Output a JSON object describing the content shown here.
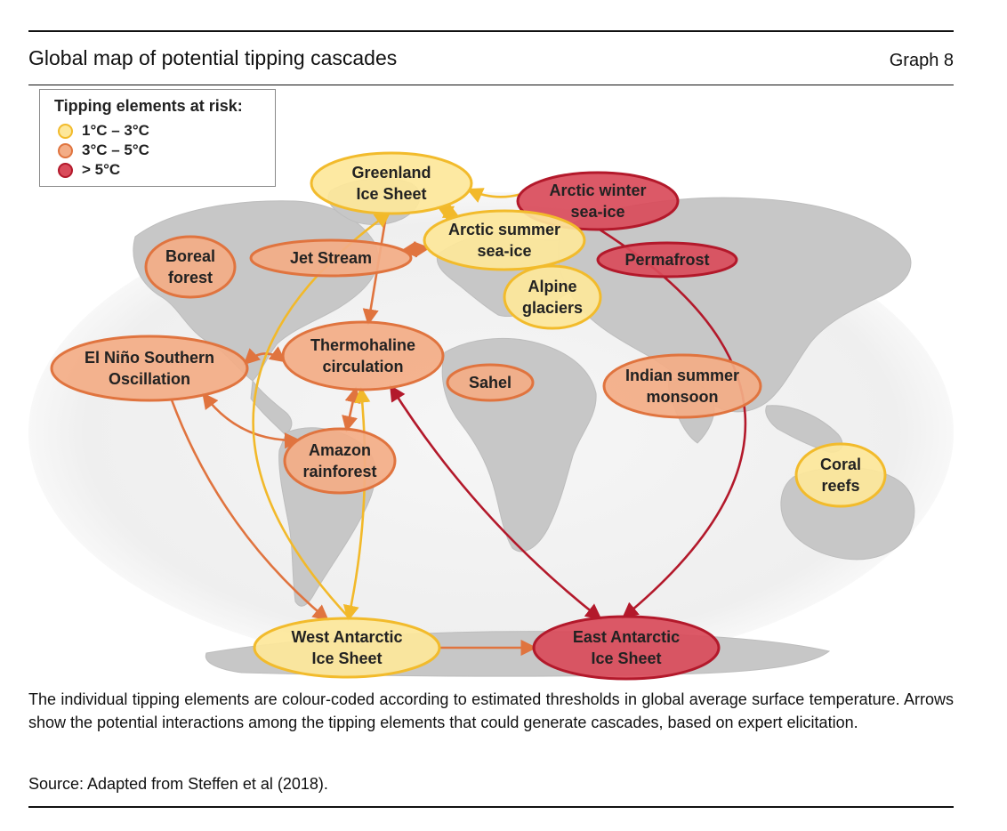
{
  "header": {
    "title": "Global map of potential tipping cascades",
    "graph_number": "Graph 8"
  },
  "legend": {
    "heading": "Tipping elements at risk:",
    "items": [
      {
        "label": "1°C – 3°C",
        "color": "#f7c948"
      },
      {
        "label": "3°C – 5°C",
        "color": "#e8845a"
      },
      {
        "label": "> 5°C",
        "color": "#c8283a"
      }
    ]
  },
  "colors": {
    "yellow_fill": "#fde79a",
    "yellow_stroke": "#f2bb2c",
    "orange_fill": "#f3ad86",
    "orange_stroke": "#e0743f",
    "red_fill": "#d94b5a",
    "red_stroke": "#b3192b",
    "land": "#c9c9c9",
    "ocean_glow": "#eeeeee"
  },
  "nodes": [
    {
      "id": "greenland",
      "lines": [
        "Greenland",
        "Ice Sheet"
      ],
      "risk": "yellow"
    },
    {
      "id": "arctic-winter",
      "lines": [
        "Arctic winter",
        "sea-ice"
      ],
      "risk": "red"
    },
    {
      "id": "arctic-summer",
      "lines": [
        "Arctic summer",
        "sea-ice"
      ],
      "risk": "yellow"
    },
    {
      "id": "boreal",
      "lines": [
        "Boreal",
        "forest"
      ],
      "risk": "orange"
    },
    {
      "id": "jet-stream",
      "lines": [
        "Jet Stream"
      ],
      "risk": "orange"
    },
    {
      "id": "permafrost",
      "lines": [
        "Permafrost"
      ],
      "risk": "red"
    },
    {
      "id": "alpine",
      "lines": [
        "Alpine",
        "glaciers"
      ],
      "risk": "yellow"
    },
    {
      "id": "thermohaline",
      "lines": [
        "Thermohaline",
        "circulation"
      ],
      "risk": "orange"
    },
    {
      "id": "enso",
      "lines": [
        "El Niño Southern",
        "Oscillation"
      ],
      "risk": "orange"
    },
    {
      "id": "sahel",
      "lines": [
        "Sahel"
      ],
      "risk": "orange"
    },
    {
      "id": "indian-monsoon",
      "lines": [
        "Indian summer",
        "monsoon"
      ],
      "risk": "orange"
    },
    {
      "id": "amazon",
      "lines": [
        "Amazon",
        "rainforest"
      ],
      "risk": "orange"
    },
    {
      "id": "coral",
      "lines": [
        "Coral",
        "reefs"
      ],
      "risk": "yellow"
    },
    {
      "id": "west-antarctic",
      "lines": [
        "West Antarctic",
        "Ice Sheet"
      ],
      "risk": "yellow"
    },
    {
      "id": "east-antarctic",
      "lines": [
        "East Antarctic",
        "Ice Sheet"
      ],
      "risk": "red"
    }
  ],
  "edges": [
    {
      "from": "arctic-winter",
      "to": "greenland",
      "color": "yellow",
      "dir": "to"
    },
    {
      "from": "greenland",
      "to": "arctic-summer",
      "color": "yellow",
      "dir": "both"
    },
    {
      "from": "jet-stream",
      "to": "arctic-summer",
      "color": "orange",
      "dir": "both"
    },
    {
      "from": "greenland",
      "to": "thermohaline",
      "color": "orange",
      "dir": "to"
    },
    {
      "from": "enso",
      "to": "thermohaline",
      "color": "orange",
      "dir": "both"
    },
    {
      "from": "thermohaline",
      "to": "amazon",
      "color": "orange",
      "dir": "both"
    },
    {
      "from": "enso",
      "to": "amazon",
      "color": "orange",
      "dir": "both"
    },
    {
      "from": "thermohaline",
      "to": "west-antarctic",
      "color": "yellow",
      "dir": "both"
    },
    {
      "from": "thermohaline",
      "to": "east-antarctic",
      "color": "red",
      "dir": "both"
    },
    {
      "from": "enso",
      "to": "west-antarctic",
      "color": "orange",
      "dir": "to"
    },
    {
      "from": "west-antarctic",
      "to": "east-antarctic",
      "color": "orange",
      "dir": "to"
    },
    {
      "from": "west-antarctic",
      "to": "greenland",
      "color": "yellow",
      "dir": "to"
    },
    {
      "from": "arctic-winter",
      "to": "east-antarctic",
      "color": "red",
      "dir": "to"
    },
    {
      "from": "greenland",
      "to": "coral",
      "color": "yellow",
      "dir": "to"
    }
  ],
  "caption": "The individual tipping elements are colour-coded according to estimated thresholds in global average surface temperature. Arrows show the potential interactions among the tipping elements that could generate cascades, based on expert elicitation.",
  "source": "Source: Adapted from Steffen et al (2018)."
}
